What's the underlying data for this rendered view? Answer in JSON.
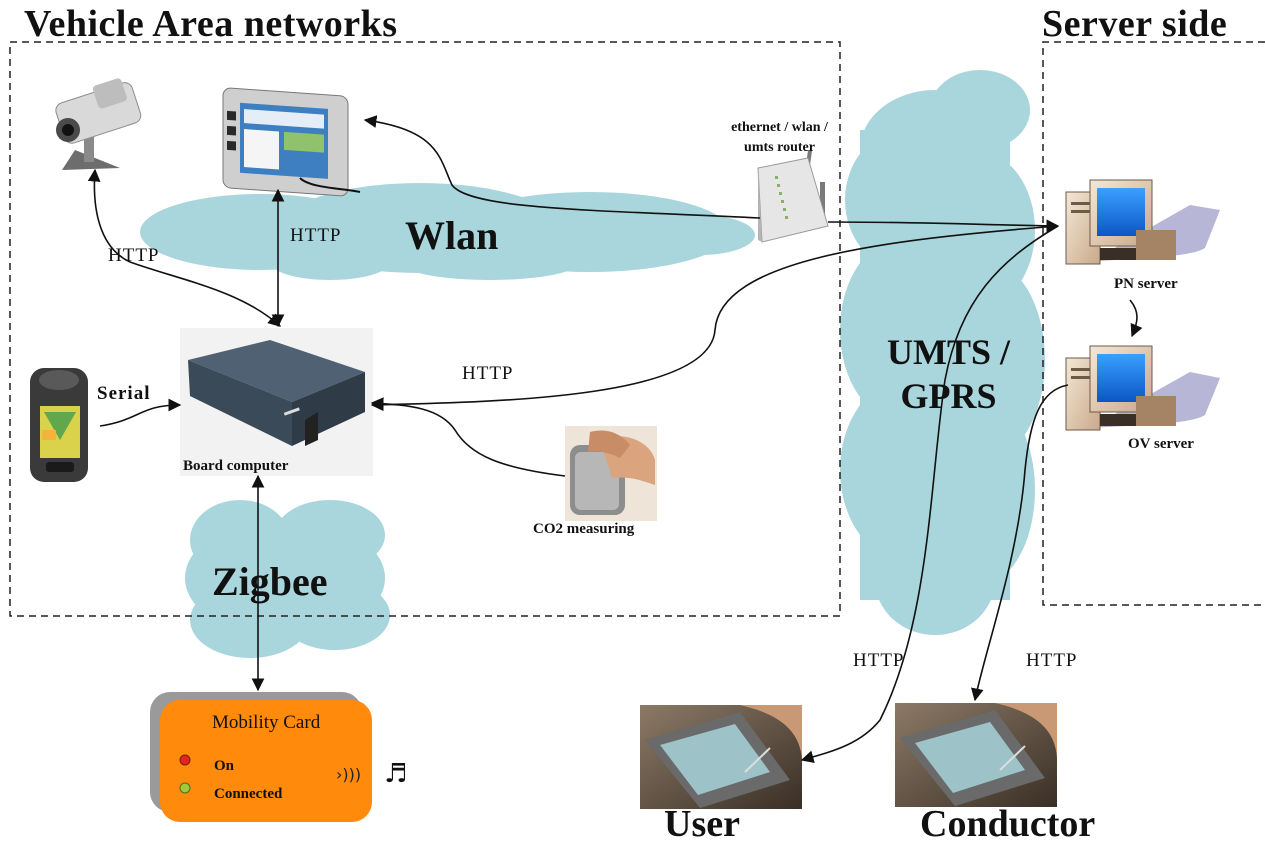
{
  "titles": {
    "vehicle_area": "Vehicle Area networks",
    "server_side": "Server side"
  },
  "clouds": {
    "wlan": "Wlan",
    "zigbee": "Zigbee",
    "umts_line1": "UMTS /",
    "umts_line2": "GPRS"
  },
  "connections": {
    "http_camera": "HTTP",
    "http_tablet": "HTTP",
    "http_board": "HTTP",
    "serial": "Serial",
    "http_user": "HTTP",
    "http_conductor": "HTTP"
  },
  "devices": {
    "router_line1": "ethernet / wlan /",
    "router_line2": "umts router",
    "board_computer": "Board computer",
    "co2": "CO2 measuring",
    "pn_server": "PN server",
    "ov_server": "OV server"
  },
  "mobility_card": {
    "title": "Mobility Card",
    "status_on": "On",
    "status_connected": "Connected"
  },
  "captions": {
    "user": "User",
    "conductor": "Conductor"
  },
  "colors": {
    "cloud": "#a9d6dc",
    "card_orange": "#ff8a0c",
    "led_red": "#e2261d",
    "led_green": "#9ccc3a",
    "monitor_screen": "#1a7be8"
  }
}
